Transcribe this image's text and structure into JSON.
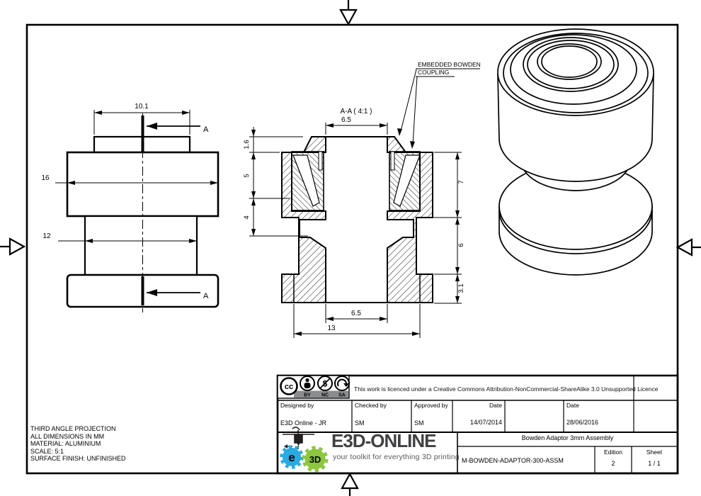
{
  "license": {
    "badge_cc": "cc",
    "badge_by": "BY",
    "badge_nc": "NC",
    "badge_sa": "SA",
    "badge_nc_glyph": "$",
    "text": "This work is licenced under a Creative Commons Attribution-NonCommercial-ShareAlike 3.0 Unsupported Licence"
  },
  "title_block": {
    "designed_by_label": "Designed by",
    "designed_by": "E3D Online - JR",
    "checked_by_label": "Checked by",
    "checked_by": "SM",
    "approved_by_label": "Approved by",
    "approved_by": "SM",
    "date1_label": "Date",
    "date1": "14/07/2014",
    "date2_label": "Date",
    "date2": "28/06/2016",
    "drawing_title": "Bowden Adaptor 3mm Assembly",
    "part_number": "M-BOWDEN-ADAPTOR-300-ASSM",
    "edition_label": "Edition",
    "edition": "2",
    "sheet_label": "Sheet",
    "sheet_number": "1 / 1"
  },
  "logo": {
    "brand": "E3D-ONLINE",
    "tagline": "your toolkit for everything 3D printing",
    "gear_e_text": "e",
    "gear_3d_text": "3D",
    "blue": "#29abe2",
    "green": "#8dc63f"
  },
  "notes": [
    "THIRD ANGLE PROJECTION",
    "ALL DIMENSIONS IN MM",
    "MATERIAL: ALUMINIUM",
    "SCALE: 5:1",
    "SURFACE FINISH: UNFINISHED"
  ],
  "front_view": {
    "dim_top_width": "10.1",
    "dim_body_width": "16",
    "dim_waist_width": "12",
    "section_label_top": "A",
    "section_label_bottom": "A"
  },
  "section_view": {
    "title": "A-A ( 4:1 )",
    "dim_bore_top": "6.5",
    "dim_lip": "1.6",
    "dim_pocket": "5",
    "dim_mid": "4",
    "dim_right_upper": "7",
    "dim_right_mid": "6",
    "dim_right_flange": "3.1",
    "dim_bore_bottom": "6.5",
    "dim_flange_width": "13",
    "callout_line1": "EMBEDDED BOWDEN",
    "callout_line2": "COUPLING"
  }
}
